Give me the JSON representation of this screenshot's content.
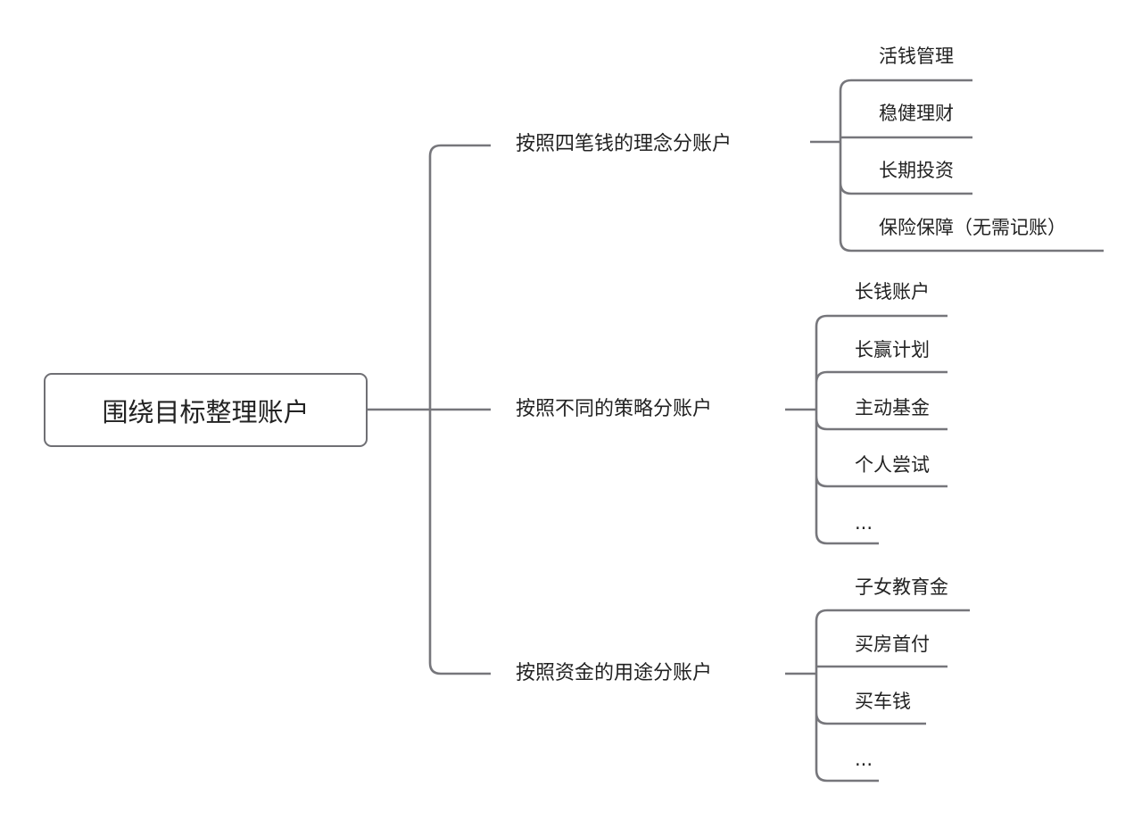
{
  "root": {
    "label": "围绕目标整理账户"
  },
  "branches": [
    {
      "label": "按照四笔钱的理念分账户",
      "children": [
        "活钱管理",
        "稳健理财",
        "长期投资",
        "保险保障（无需记账）"
      ]
    },
    {
      "label": "按照不同的策略分账户",
      "children": [
        "长钱账户",
        "长赢计划",
        "主动基金",
        "个人尝试",
        "..."
      ]
    },
    {
      "label": "按照资金的用途分账户",
      "children": [
        "子女教育金",
        "买房首付",
        "买车钱",
        "..."
      ]
    }
  ],
  "colors": {
    "line": "#76767b",
    "text": "#222222"
  }
}
